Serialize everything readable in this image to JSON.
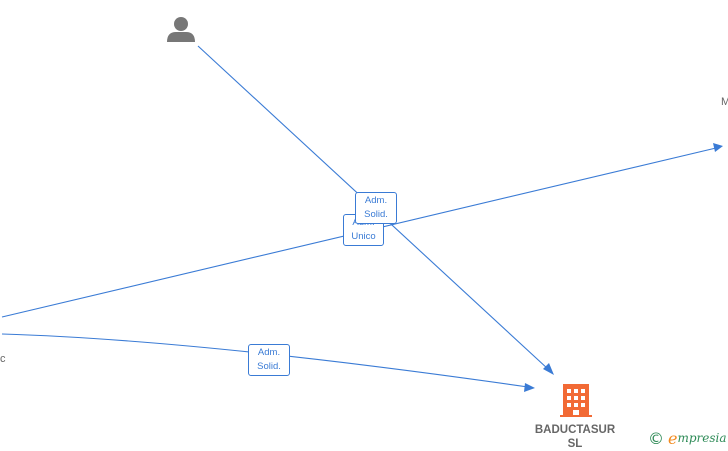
{
  "nodes": {
    "person_top": {
      "icon": "person-icon"
    },
    "left_label": "c",
    "right_label": "M",
    "company": {
      "icon": "building-icon",
      "name_line1": "BADUCTASUR",
      "name_line2": "SL"
    }
  },
  "relations": [
    {
      "line1": "Adm.",
      "line2": "Solid."
    },
    {
      "line1": "Adm.",
      "line2": "Unico"
    },
    {
      "line1": "Adm.",
      "line2": "Solid."
    }
  ],
  "brand": {
    "copyright": "©",
    "e": "e",
    "rest": "mpresia"
  },
  "colors": {
    "edge": "#3a7bd5",
    "company": "#f26a35",
    "person": "#777777",
    "text": "#666666",
    "brand": "#2e8b57"
  }
}
